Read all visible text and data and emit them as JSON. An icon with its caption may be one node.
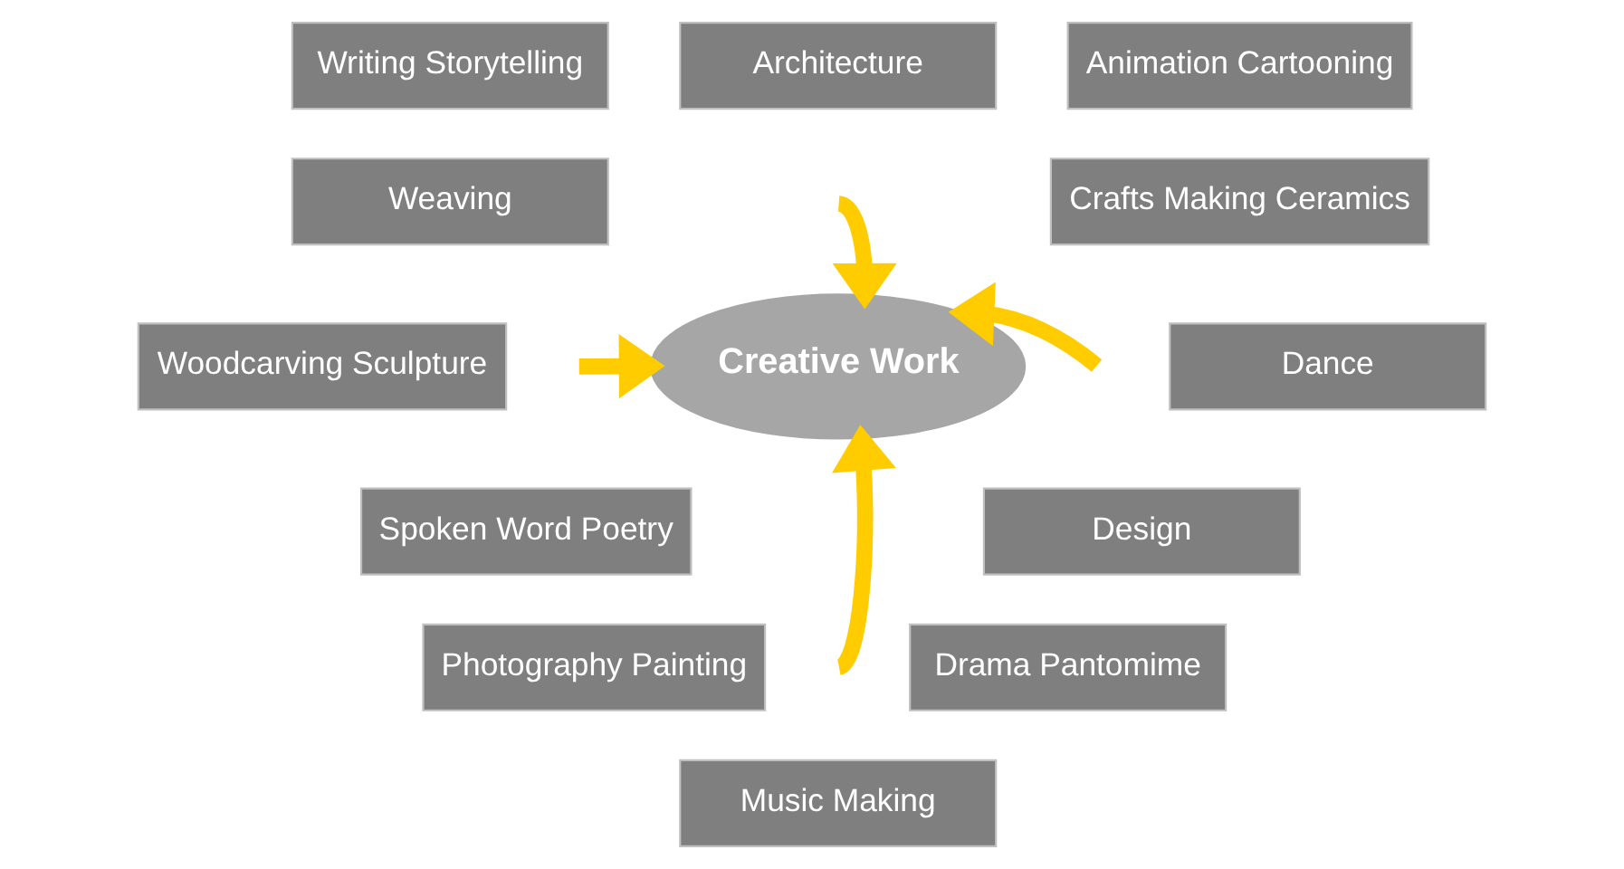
{
  "diagram": {
    "nodes": [
      {
        "text": [
          "Architecture"
        ]
      },
      {
        "text": [
          "Writing Storytelling"
        ]
      },
      {
        "text": [
          "Animation Cartooning"
        ]
      },
      {
        "text": [
          "Weaving"
        ]
      },
      {
        "text": [
          "Crafts Making Ceramics"
        ]
      },
      {
        "text": [
          "Woodcarving Sculpture"
        ]
      },
      {
        "text": [
          "Dance"
        ]
      },
      {
        "text": [
          "Spoken Word Poetry"
        ]
      },
      {
        "text": [
          "Design"
        ]
      },
      {
        "text": [
          "Photography Painting"
        ]
      },
      {
        "text": [
          "Drama Pantomime"
        ]
      },
      {
        "text": [
          "Music Making"
        ]
      },
      {
        "text": [
          "Creative Work"
        ]
      }
    ],
    "edges": [
      {
        "from": null,
        "to": 12,
        "arrow": "to"
      },
      {
        "from": null,
        "to": 12,
        "arrow": "to"
      },
      {
        "from": null,
        "to": 12,
        "arrow": "to"
      },
      {
        "from": null,
        "to": 12,
        "arrow": "to"
      }
    ]
  }
}
